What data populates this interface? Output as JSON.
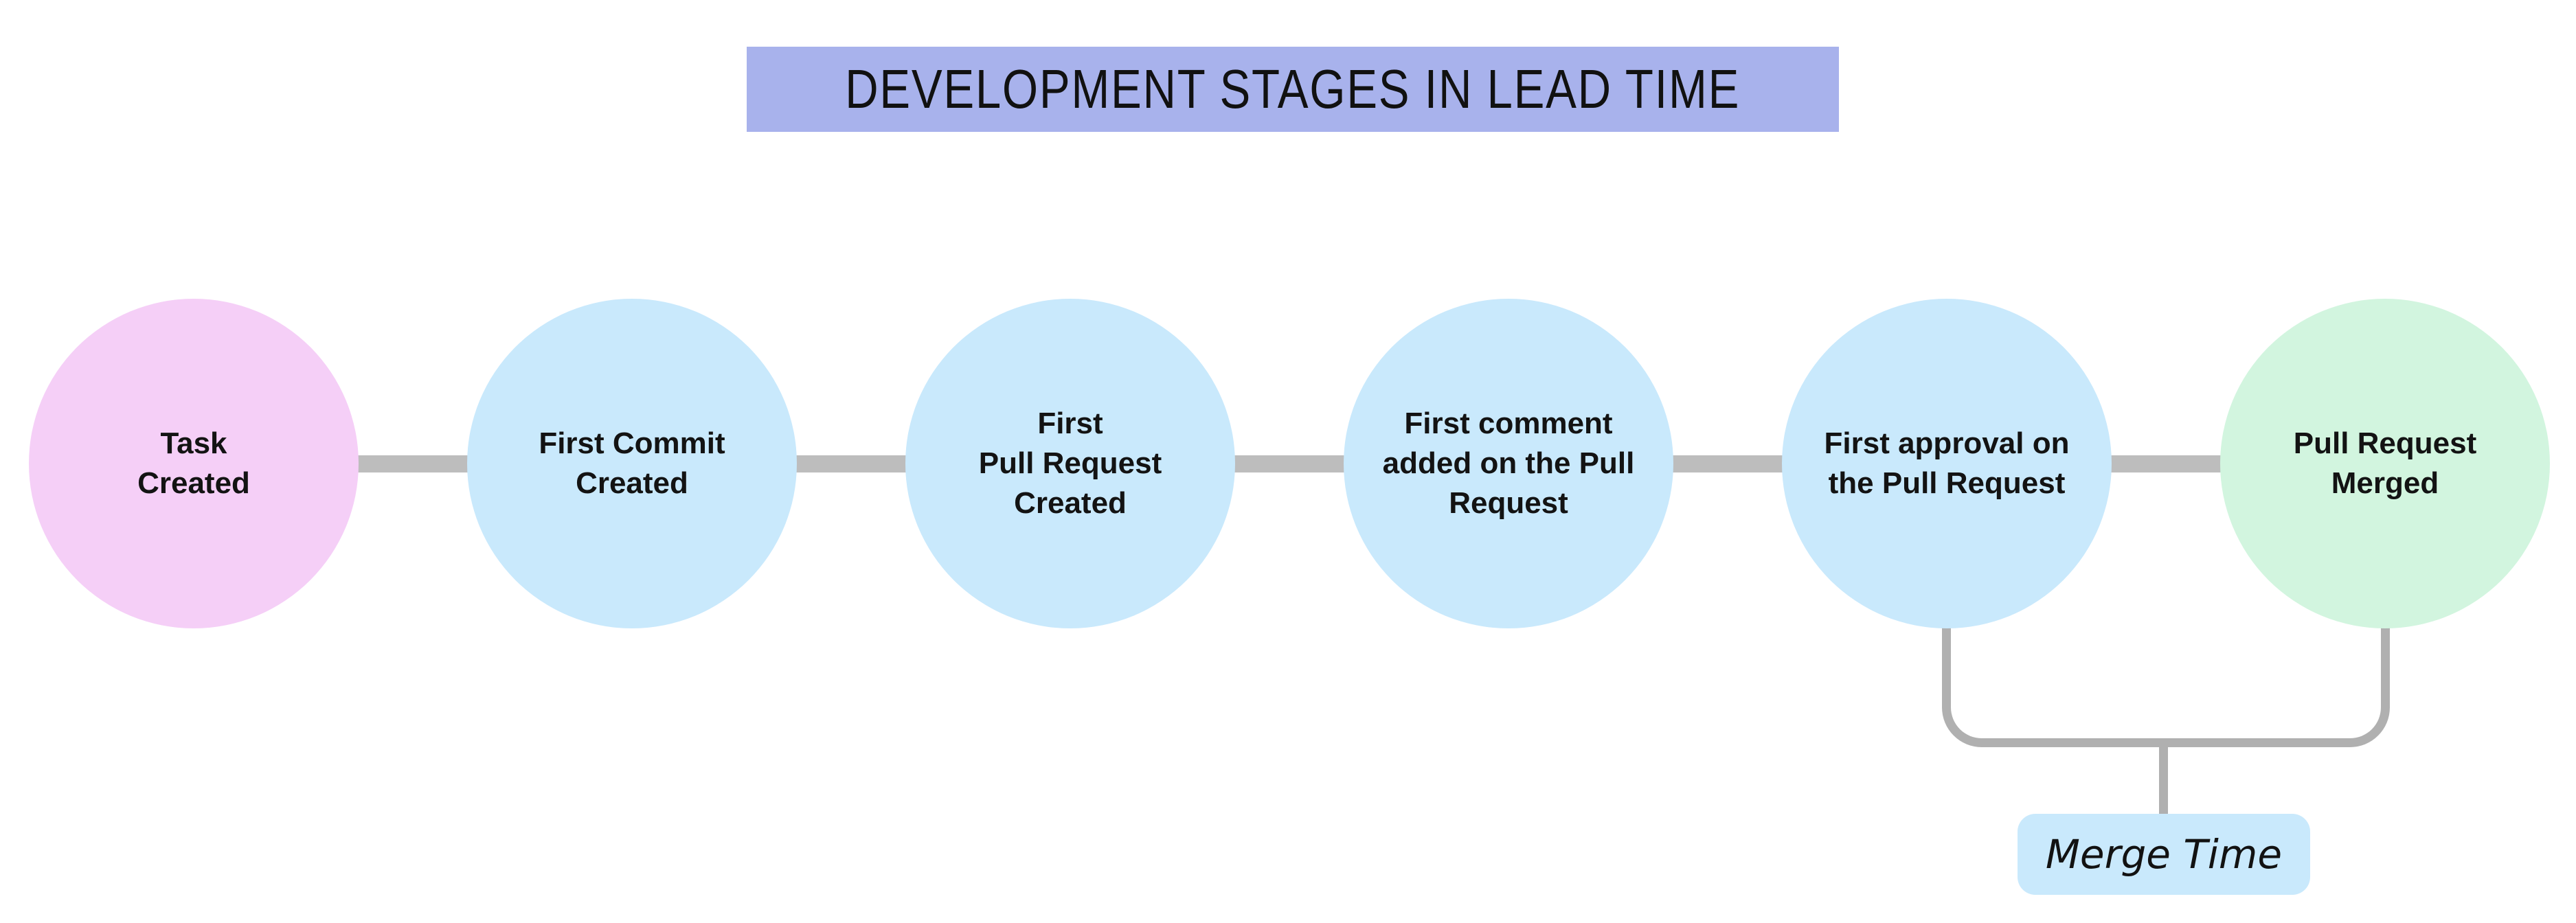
{
  "title": {
    "text": "DEVELOPMENT STAGES IN LEAD TIME",
    "background": "#a8b2ec",
    "text_color": "#111111"
  },
  "stages": [
    {
      "id": "task-created",
      "lines": [
        "Task",
        "Created"
      ],
      "color": "#f5cff7"
    },
    {
      "id": "first-commit-created",
      "lines": [
        "First Commit",
        "Created"
      ],
      "color": "#c9e9fc"
    },
    {
      "id": "first-pull-request-created",
      "lines": [
        "First",
        "Pull Request",
        "Created"
      ],
      "color": "#c9e9fc"
    },
    {
      "id": "first-comment-added",
      "lines": [
        "First comment",
        "added on the Pull",
        "Request"
      ],
      "color": "#c9e9fc"
    },
    {
      "id": "first-approval",
      "lines": [
        "First approval on",
        "the Pull Request"
      ],
      "color": "#c9e9fc"
    },
    {
      "id": "pull-request-merged",
      "lines": [
        "Pull Request",
        "Merged"
      ],
      "color": "#d2f5df"
    }
  ],
  "connector": {
    "color": "#bdbdbd"
  },
  "bracket": {
    "color": "#b0b0b0",
    "label": "Merge Time",
    "label_background": "#c9e9fc"
  }
}
